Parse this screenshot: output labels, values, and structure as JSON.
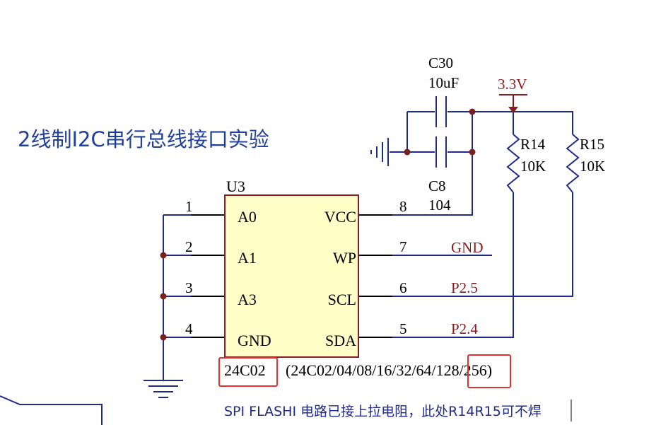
{
  "title": "2线制I2C串行总线接口实验",
  "chip": {
    "ref": "U3",
    "part": "24C02",
    "variants": "(24C02/04/08/16/32/64/128/256)",
    "pins": [
      {
        "num": "1",
        "name": "A0"
      },
      {
        "num": "2",
        "name": "A1"
      },
      {
        "num": "3",
        "name": "A3"
      },
      {
        "num": "4",
        "name": "GND"
      },
      {
        "num": "8",
        "name": "VCC"
      },
      {
        "num": "7",
        "name": "WP"
      },
      {
        "num": "6",
        "name": "SCL"
      },
      {
        "num": "5",
        "name": "SDA"
      }
    ]
  },
  "capacitors": [
    {
      "ref": "C30",
      "value": "10uF"
    },
    {
      "ref": "C8",
      "value": "104"
    }
  ],
  "resistors": [
    {
      "ref": "R14",
      "value": "10K"
    },
    {
      "ref": "R15",
      "value": "10K"
    }
  ],
  "nets": {
    "power": "3.3V",
    "wp": "GND",
    "scl": "P2.5",
    "sda": "P2.4"
  },
  "note": "SPI FLASHI 电路已接上拉电阻，此处R14R15可不焊",
  "colors": {
    "wire": "#1f2a8a",
    "pin": "#000000",
    "label": "#8b1a1a",
    "chip_fill": "#ffffc8",
    "chip_border": "#8b1a1a",
    "junction": "#7a1f1f",
    "highlight": "#e03030"
  }
}
